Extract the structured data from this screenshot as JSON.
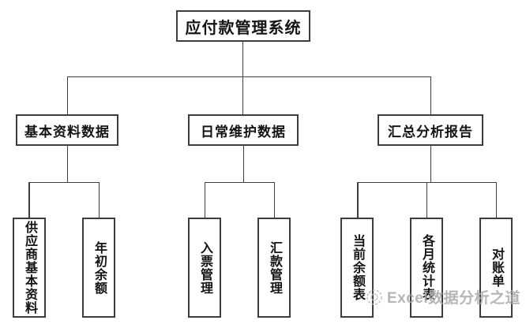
{
  "diagram": {
    "title": "应付款管理系统",
    "branches": [
      {
        "label": "基本资料数据",
        "children": [
          {
            "label": "供应商基本资料"
          },
          {
            "label": "年初余额"
          }
        ]
      },
      {
        "label": "日常维护数据",
        "children": [
          {
            "label": "入票管理"
          },
          {
            "label": "汇款管理"
          }
        ]
      },
      {
        "label": "汇总分析报告",
        "children": [
          {
            "label": "当前余额表"
          },
          {
            "label": "各月统计表"
          },
          {
            "label": "对账单"
          }
        ]
      }
    ]
  },
  "watermark": {
    "icon": "logo-circle-icon",
    "text": "Excel数据分析之道"
  },
  "colors": {
    "line": "#3d3d3d",
    "box_border": "#3d3d3d",
    "text": "#141414",
    "watermark": "#a9a9a9",
    "background": "#ffffff"
  }
}
